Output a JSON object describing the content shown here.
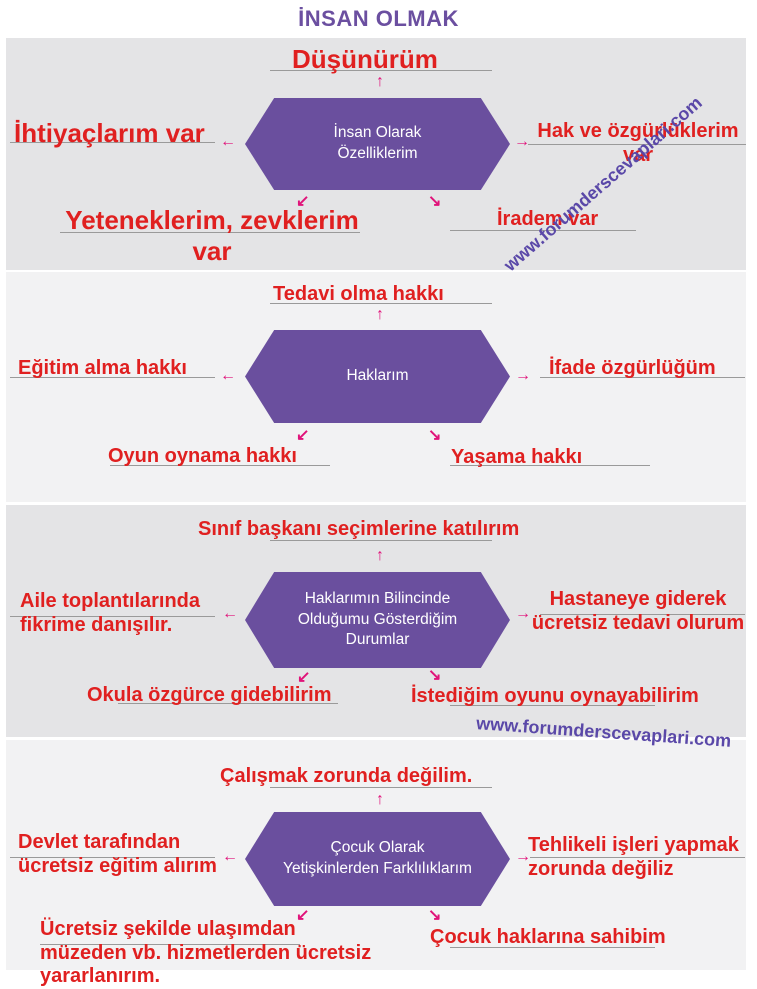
{
  "title": "İNSAN OLMAK",
  "watermarks": [
    "www.forumderscevaplari.com",
    "www.forumderscevaplari.com"
  ],
  "sections": [
    {
      "center": [
        "İnsan Olarak",
        "Özelliklerim"
      ],
      "answers": {
        "top": "Düşünürüm",
        "left": "İhtiyaçlarım var",
        "right": [
          "Hak ve özgürlüklerim",
          "var"
        ],
        "bottom_left": [
          "Yeteneklerim, zevklerim",
          "var"
        ],
        "bottom_right": "İradem var"
      }
    },
    {
      "center": [
        "Haklarım"
      ],
      "answers": {
        "top": "Tedavi olma hakkı",
        "left": "Eğitim alma hakkı",
        "right": "İfade özgürlüğüm",
        "bottom_left": "Oyun oynama hakkı",
        "bottom_right": "Yaşama hakkı"
      }
    },
    {
      "center": [
        "Haklarımın Bilincinde",
        "Olduğumu Gösterdiğim",
        "Durumlar"
      ],
      "answers": {
        "top": "Sınıf başkanı seçimlerine katılırım",
        "left": [
          "Aile toplantılarında",
          "fikrime danışılır."
        ],
        "right": [
          "Hastaneye giderek",
          "ücretsiz tedavi olurum"
        ],
        "bottom_left": "Okula özgürce gidebilirim",
        "bottom_right": "İstediğim oyunu oynayabilirim"
      }
    },
    {
      "center": [
        "Çocuk Olarak",
        "Yetişkinlerden Farklılıklarım"
      ],
      "answers": {
        "top": "Çalışmak zorunda değilim.",
        "left": [
          "Devlet tarafından",
          "ücretsiz eğitim alırım"
        ],
        "right": [
          "Tehlikeli işleri yapmak",
          "zorunda değiliz"
        ],
        "bottom_left": [
          "Ücretsiz şekilde ulaşımdan",
          "müzeden vb. hizmetlerden ücretsiz",
          "yararlanırım."
        ],
        "bottom_right": "Çocuk haklarına sahibim"
      }
    }
  ],
  "colors": {
    "hexagon": "#6a4f9e",
    "answer_text": "#e02020",
    "arrows": "#e0137a",
    "title": "#6b4fa0"
  },
  "icons": {
    "up": "arrow-up-icon",
    "left": "arrow-left-icon",
    "right": "arrow-right-icon",
    "down_left": "arrow-down-left-icon",
    "down_right": "arrow-down-right-icon"
  }
}
